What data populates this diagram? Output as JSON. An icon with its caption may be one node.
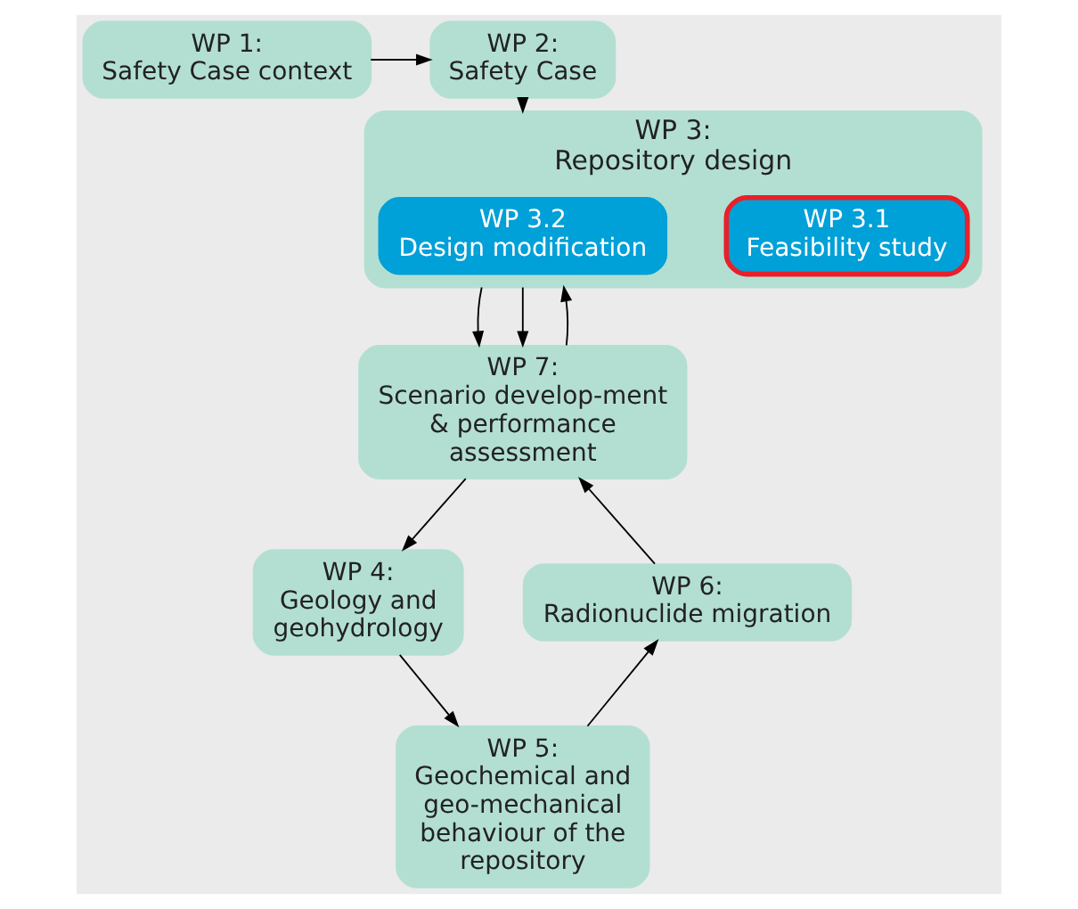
{
  "diagram": {
    "nodes": [
      {
        "text": [
          "WP 1:",
          "Safety Case context"
        ]
      },
      {
        "text": [
          "WP 2:",
          "Safety Case"
        ]
      },
      {
        "text": [
          "WP 3:",
          "Repository design"
        ]
      },
      {
        "text": [
          "WP 3.1",
          "Feasibility study"
        ],
        "in": 2
      },
      {
        "text": [
          "WP 3.2",
          "Design modification"
        ],
        "in": 2
      },
      {
        "text": [
          "WP 7:",
          "Scenario develop-ment & performance assessment"
        ]
      },
      {
        "text": [
          "WP 4:",
          "Geology and geohydrology"
        ]
      },
      {
        "text": [
          "WP 5:",
          "Geochemical and geo-mechanical behaviour of the repository"
        ]
      },
      {
        "text": [
          "WP 6:",
          "Radionuclide migration"
        ]
      }
    ],
    "edges": [
      {
        "from": 0,
        "to": 1,
        "arrow": "to"
      },
      {
        "from": 1,
        "to": 2,
        "arrow": "to"
      },
      {
        "from": 2,
        "to": 5,
        "arrow": "to"
      },
      {
        "from": 2,
        "to": 5,
        "arrow": "to"
      },
      {
        "from": 5,
        "to": 2,
        "arrow": "to"
      },
      {
        "from": 5,
        "to": 6,
        "arrow": "to"
      },
      {
        "from": 6,
        "to": 7,
        "arrow": "to"
      },
      {
        "from": 7,
        "to": 8,
        "arrow": "to"
      },
      {
        "from": 8,
        "to": 5,
        "arrow": "to"
      }
    ]
  }
}
